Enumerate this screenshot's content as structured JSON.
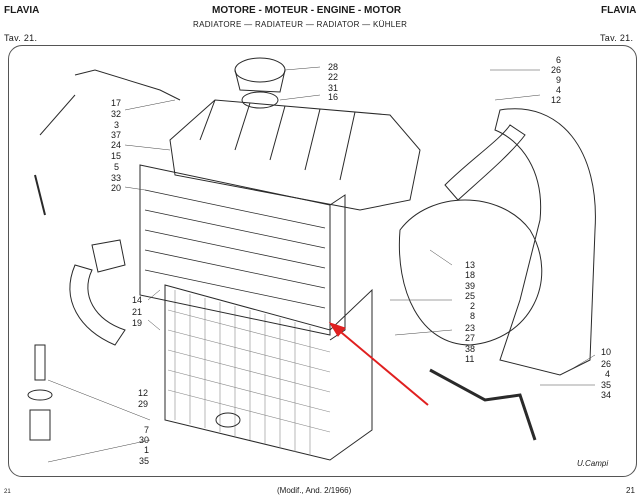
{
  "header": {
    "brand_left": "FLAVIA",
    "brand_right": "FLAVIA",
    "title": "MOTORE - MOTEUR - ENGINE - MOTOR",
    "subtitle": "RADIATORE — RADIATEUR — RADIATOR — KÜHLER",
    "table_left": "Tav. 21.",
    "table_right": "Tav. 21."
  },
  "labels_left": [
    "17",
    "32",
    "3",
    "37",
    "24",
    "15",
    "5",
    "33",
    "20",
    "14",
    "21",
    "19",
    "12",
    "29",
    "7",
    "30",
    "1",
    "35"
  ],
  "labels_top": [
    "28",
    "22",
    "31",
    "16"
  ],
  "labels_right_top": [
    "6",
    "26",
    "9",
    "4",
    "12"
  ],
  "labels_mid_right": [
    "13",
    "18",
    "39",
    "25",
    "2",
    "8",
    "23",
    "27",
    "38",
    "11"
  ],
  "labels_right_bottom": [
    "10",
    "26",
    "4",
    "35",
    "34"
  ],
  "footer": {
    "modified": "(Modif., And. 2/1966)",
    "page": "21",
    "signature": "U.Campi",
    "corner": "21"
  },
  "colors": {
    "ink": "#1a1a1a",
    "arrow": "#e02020"
  }
}
